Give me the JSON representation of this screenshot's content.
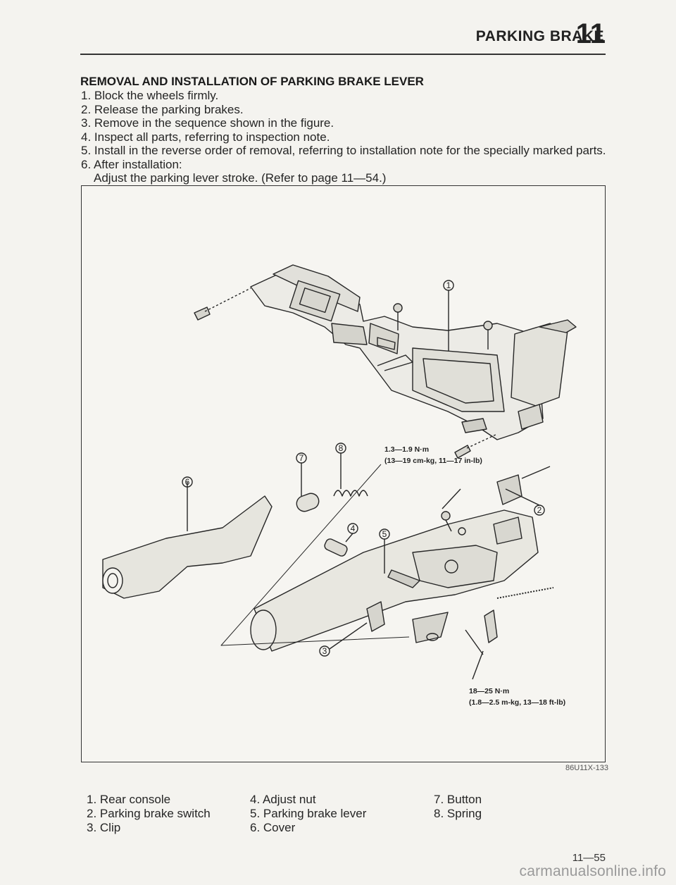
{
  "header": {
    "title": "PARKING BRAKE",
    "chapter": "11"
  },
  "section": {
    "title": "REMOVAL AND INSTALLATION OF PARKING BRAKE LEVER",
    "steps": [
      "1. Block the wheels firmly.",
      "2. Release the parking brakes.",
      "3. Remove in the sequence shown in the figure.",
      "4. Inspect all parts, referring to inspection note.",
      "5. Install in the reverse order of removal, referring to installation note for the specially marked parts.",
      "6. After installation:",
      "Adjust the parking lever stroke. (Refer to page 11—54.)"
    ]
  },
  "figure": {
    "callouts": [
      "1",
      "2",
      "3",
      "4",
      "5",
      "6",
      "7",
      "8"
    ],
    "torque_small": {
      "line1": "1.3—1.9 N·m",
      "line2": "(13—19 cm-kg, 11—17 in-lb)"
    },
    "torque_large": {
      "line1": "18—25 N·m",
      "line2": "(1.8—2.5 m-kg, 13—18 ft-lb)"
    },
    "code": "86U11X-133"
  },
  "legend": {
    "col1": [
      "1. Rear console",
      "2. Parking brake switch",
      "3. Clip"
    ],
    "col2": [
      "4. Adjust nut",
      "5. Parking brake lever",
      "6. Cover"
    ],
    "col3": [
      "7. Button",
      "8. Spring"
    ]
  },
  "footer": {
    "page_number": "11—55",
    "watermark": "carmanualsonline.info"
  }
}
